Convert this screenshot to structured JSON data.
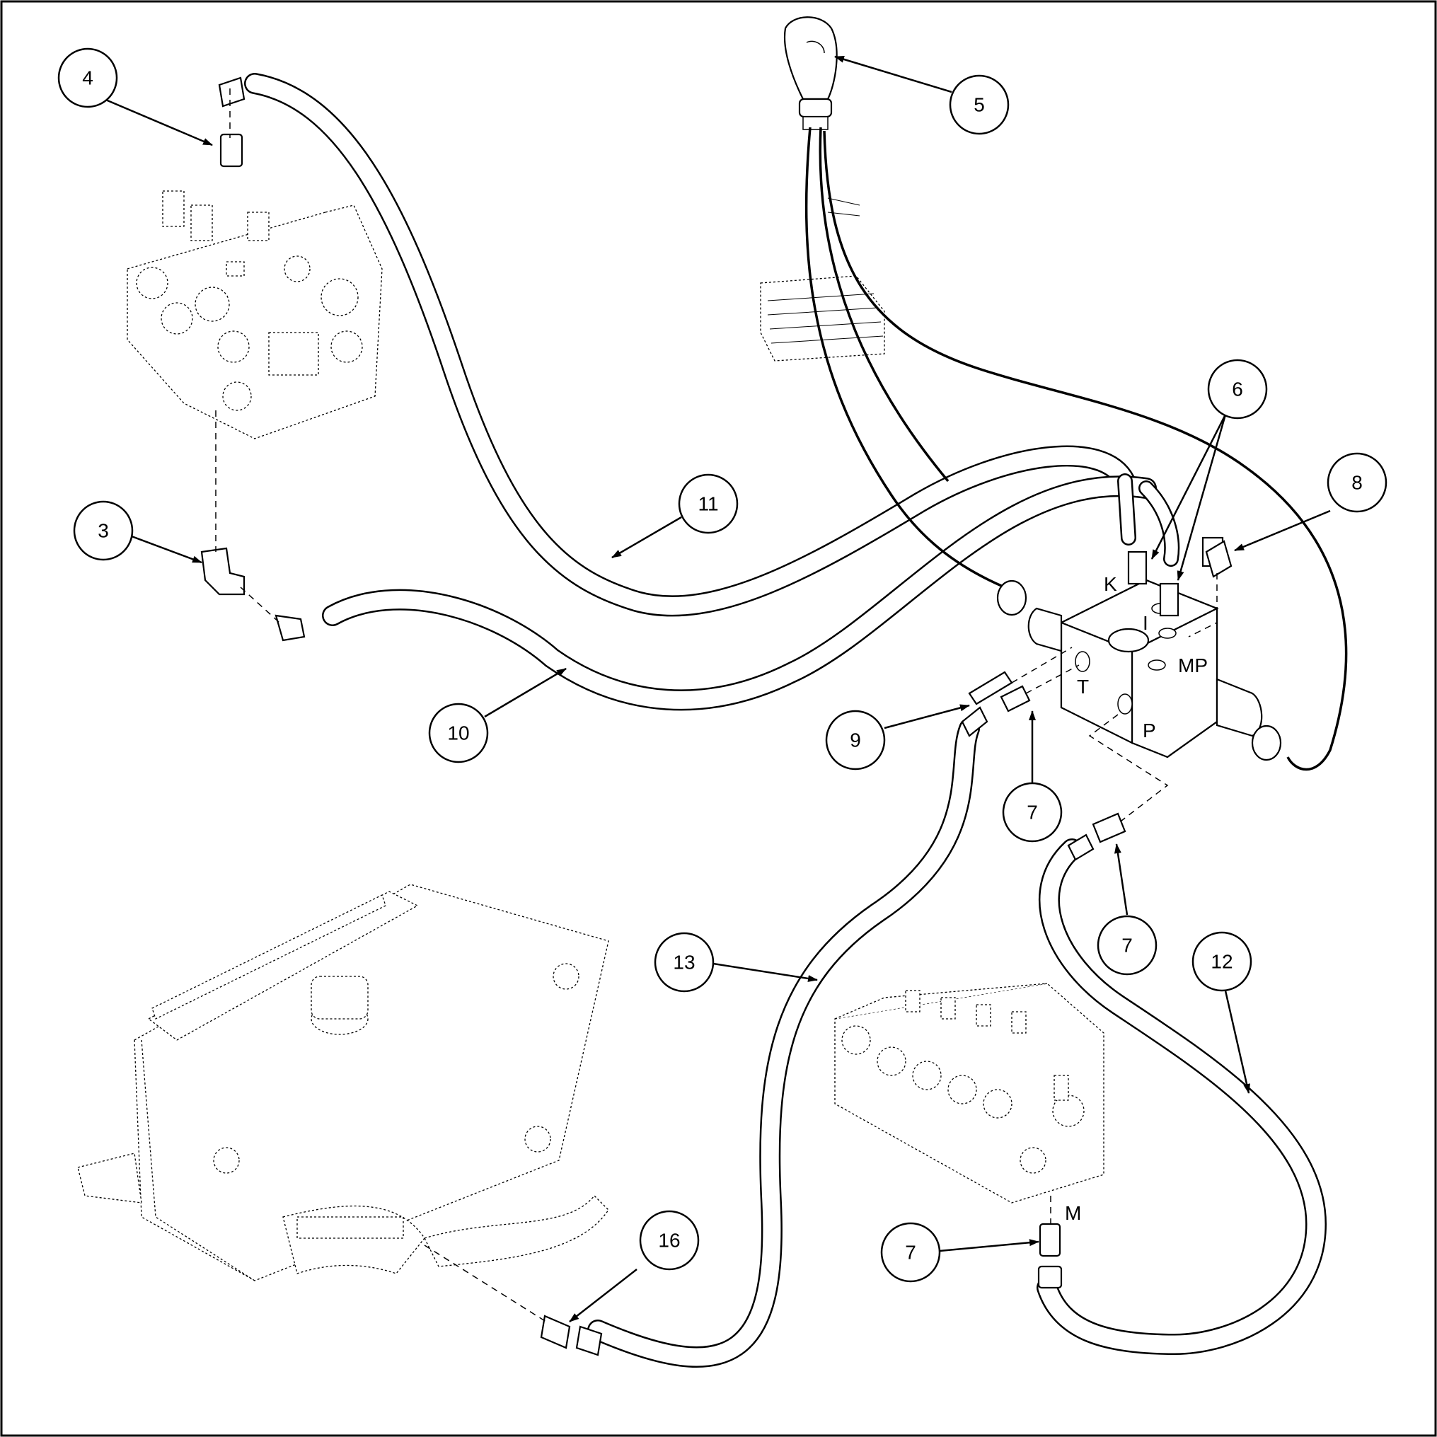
{
  "callouts": [
    {
      "id": "c4",
      "label": "4"
    },
    {
      "id": "c5",
      "label": "5"
    },
    {
      "id": "c6",
      "label": "6"
    },
    {
      "id": "c8",
      "label": "8"
    },
    {
      "id": "c3",
      "label": "3"
    },
    {
      "id": "c11",
      "label": "11"
    },
    {
      "id": "c10",
      "label": "10"
    },
    {
      "id": "c9",
      "label": "9"
    },
    {
      "id": "c7a",
      "label": "7"
    },
    {
      "id": "c7b",
      "label": "7"
    },
    {
      "id": "c13",
      "label": "13"
    },
    {
      "id": "c12",
      "label": "12"
    },
    {
      "id": "c16",
      "label": "16"
    },
    {
      "id": "c7c",
      "label": "7"
    }
  ],
  "port_labels": {
    "k": "K",
    "i": "I",
    "mp": "MP",
    "t": "T",
    "p": "P",
    "m": "M"
  }
}
